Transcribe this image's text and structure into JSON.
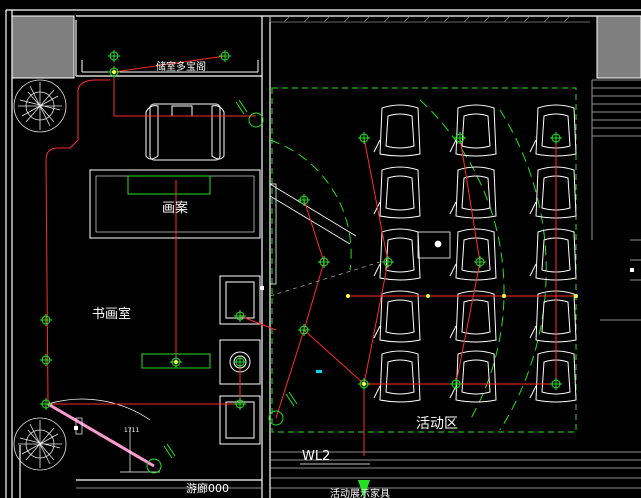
{
  "labels": {
    "corridor": "储室多宝阁",
    "desk": "画案",
    "study": "书画室",
    "activity": "活动区",
    "circuit": "WL2",
    "bottom_left": "游廊000",
    "bottom_right": "活动展示家具",
    "door_tag": "1711"
  },
  "colors": {
    "background": "#000000",
    "wall": "#ffffff",
    "furniture": "#ffffff",
    "wire": "#ff2a2a",
    "fixture": "#23e023",
    "grid": "#9a9a9a",
    "hatch": "#8a8a8a",
    "column": "#7f7f7f",
    "marker": "#00d8ff",
    "door_leaf": "#ff9ad0"
  }
}
